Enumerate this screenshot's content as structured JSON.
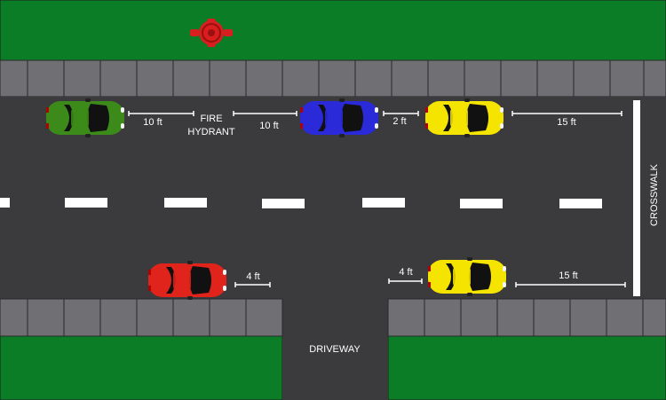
{
  "colors": {
    "grass": "#0a7d26",
    "sidewalk": "#6f6f74",
    "road": "#3b3a3d",
    "marking": "#ffffff",
    "hydrant": "#d81e1e",
    "car_green": "#3c8b1a",
    "car_blue": "#2a2ad8",
    "car_yellow": "#f4e400",
    "car_red": "#e0241b"
  },
  "labels": {
    "fire_hydrant_line1": "FIRE",
    "fire_hydrant_line2": "HYDRANT",
    "crosswalk": "CROSSWALK",
    "driveway": "DRIVEWAY"
  },
  "measurements": {
    "green_to_hydrant": "10 ft",
    "hydrant_to_blue": "10 ft",
    "blue_to_yellow": "2 ft",
    "yellow_to_crosswalk_top": "15 ft",
    "red_to_driveway": "4 ft",
    "driveway_to_yellow": "4 ft",
    "yellow_to_crosswalk_bottom": "15 ft"
  },
  "icons": {
    "hydrant": "fire-hydrant-icon",
    "car": "car-icon"
  }
}
